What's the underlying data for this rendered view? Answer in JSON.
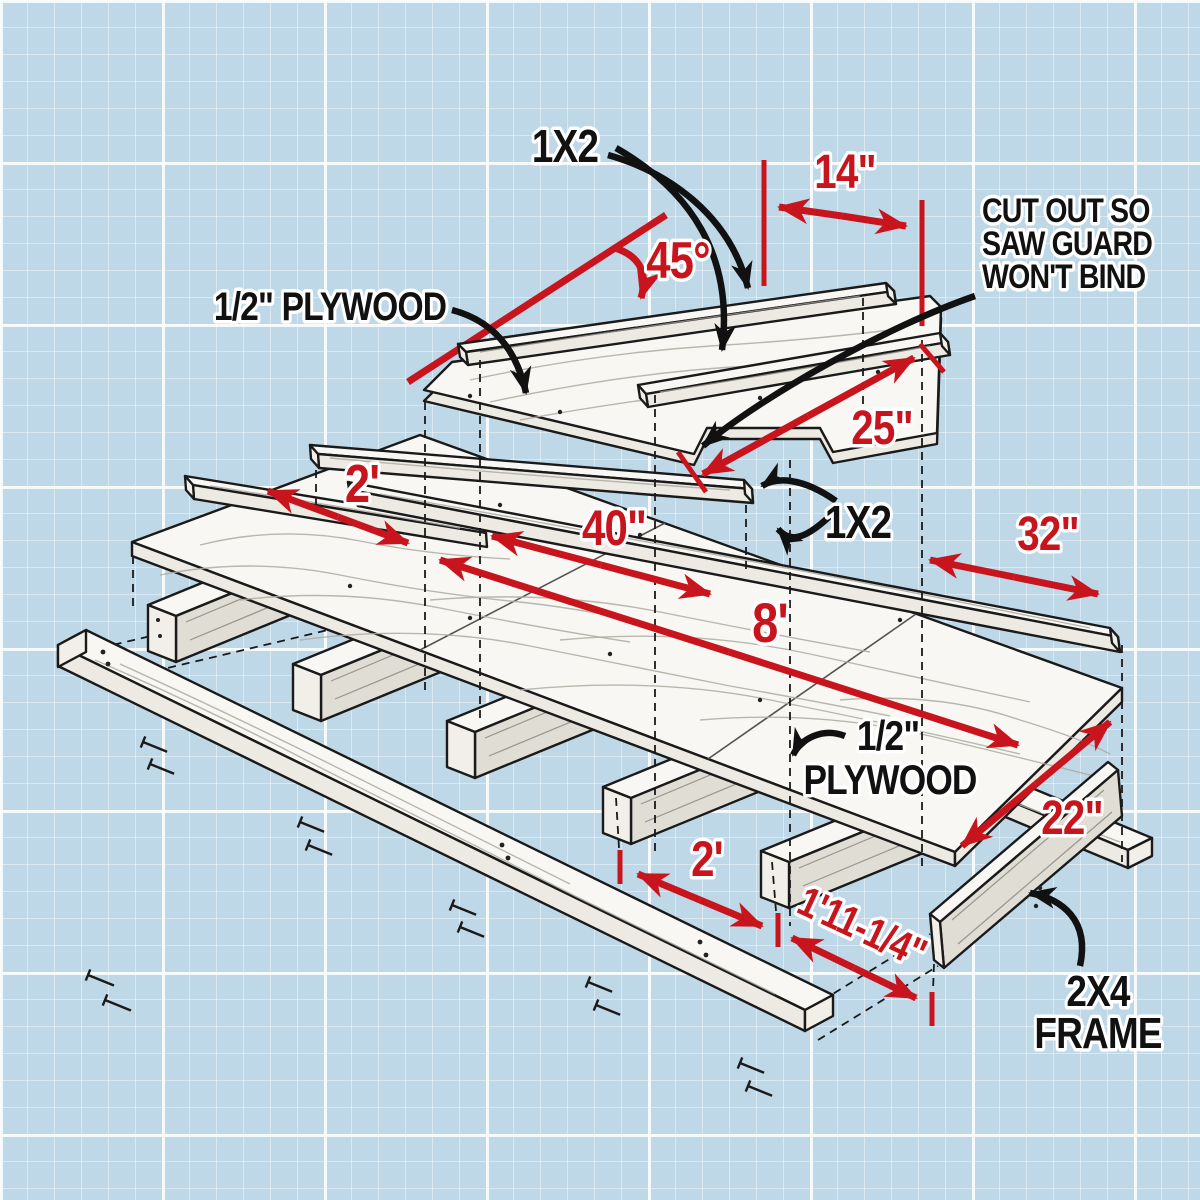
{
  "figure_title": "Saw cutting platform exploded assembly diagram",
  "colors": {
    "background": "#bfd8e8",
    "grid_line": "#ffffff",
    "dimension_red": "#c8141c",
    "ink": "#1a1a1a"
  },
  "labels": {
    "angle": "45°",
    "width14": "14\"",
    "length25": "25\"",
    "sheet2ft": "2'",
    "sheet40in": "40\"",
    "length8ft": "8'",
    "overhang32in": "32\"",
    "depth22in": "22\"",
    "spacing2ft": "2'",
    "spacing1ft11": "1'11-1/4\""
  },
  "parts": {
    "strip_top": "1X2",
    "strip_mid": "1X2",
    "guide_plywood": "1/2\" PLYWOOD",
    "deck_plywood_line1": "1/2\"",
    "deck_plywood_line2": "PLYWOOD",
    "cutout_line1": "CUT OUT SO",
    "cutout_line2": "SAW GUARD",
    "cutout_line3": "WON'T BIND",
    "frame_line1": "2X4",
    "frame_line2": "FRAME"
  }
}
